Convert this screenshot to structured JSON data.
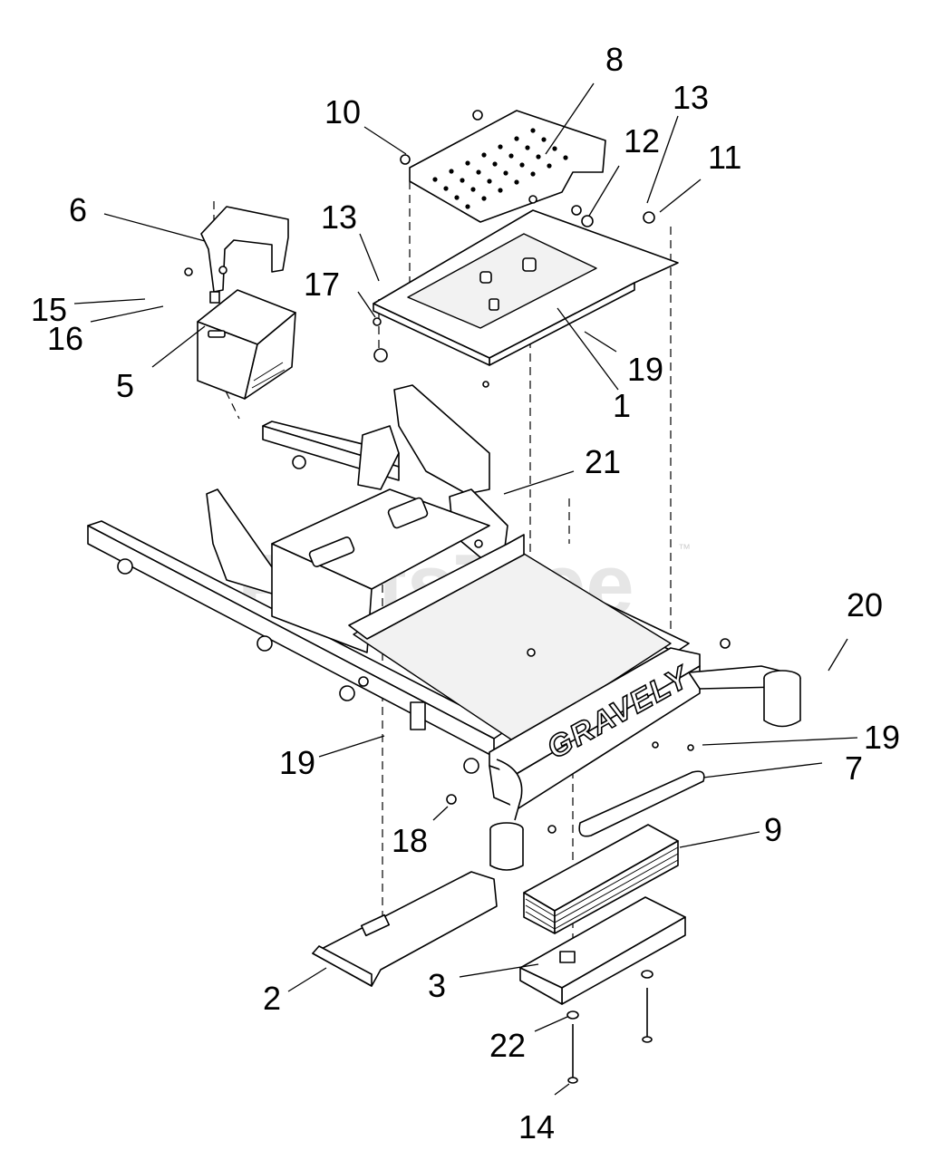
{
  "watermark": {
    "text": "PartsTree",
    "tm": "™"
  },
  "brand": "GRAVELY",
  "callouts": [
    "8",
    "10",
    "13",
    "12",
    "11",
    "6",
    "13",
    "17",
    "15",
    "16",
    "5",
    "19",
    "1",
    "21",
    "20",
    "19",
    "19",
    "7",
    "18",
    "9",
    "2",
    "3",
    "22",
    "14"
  ]
}
